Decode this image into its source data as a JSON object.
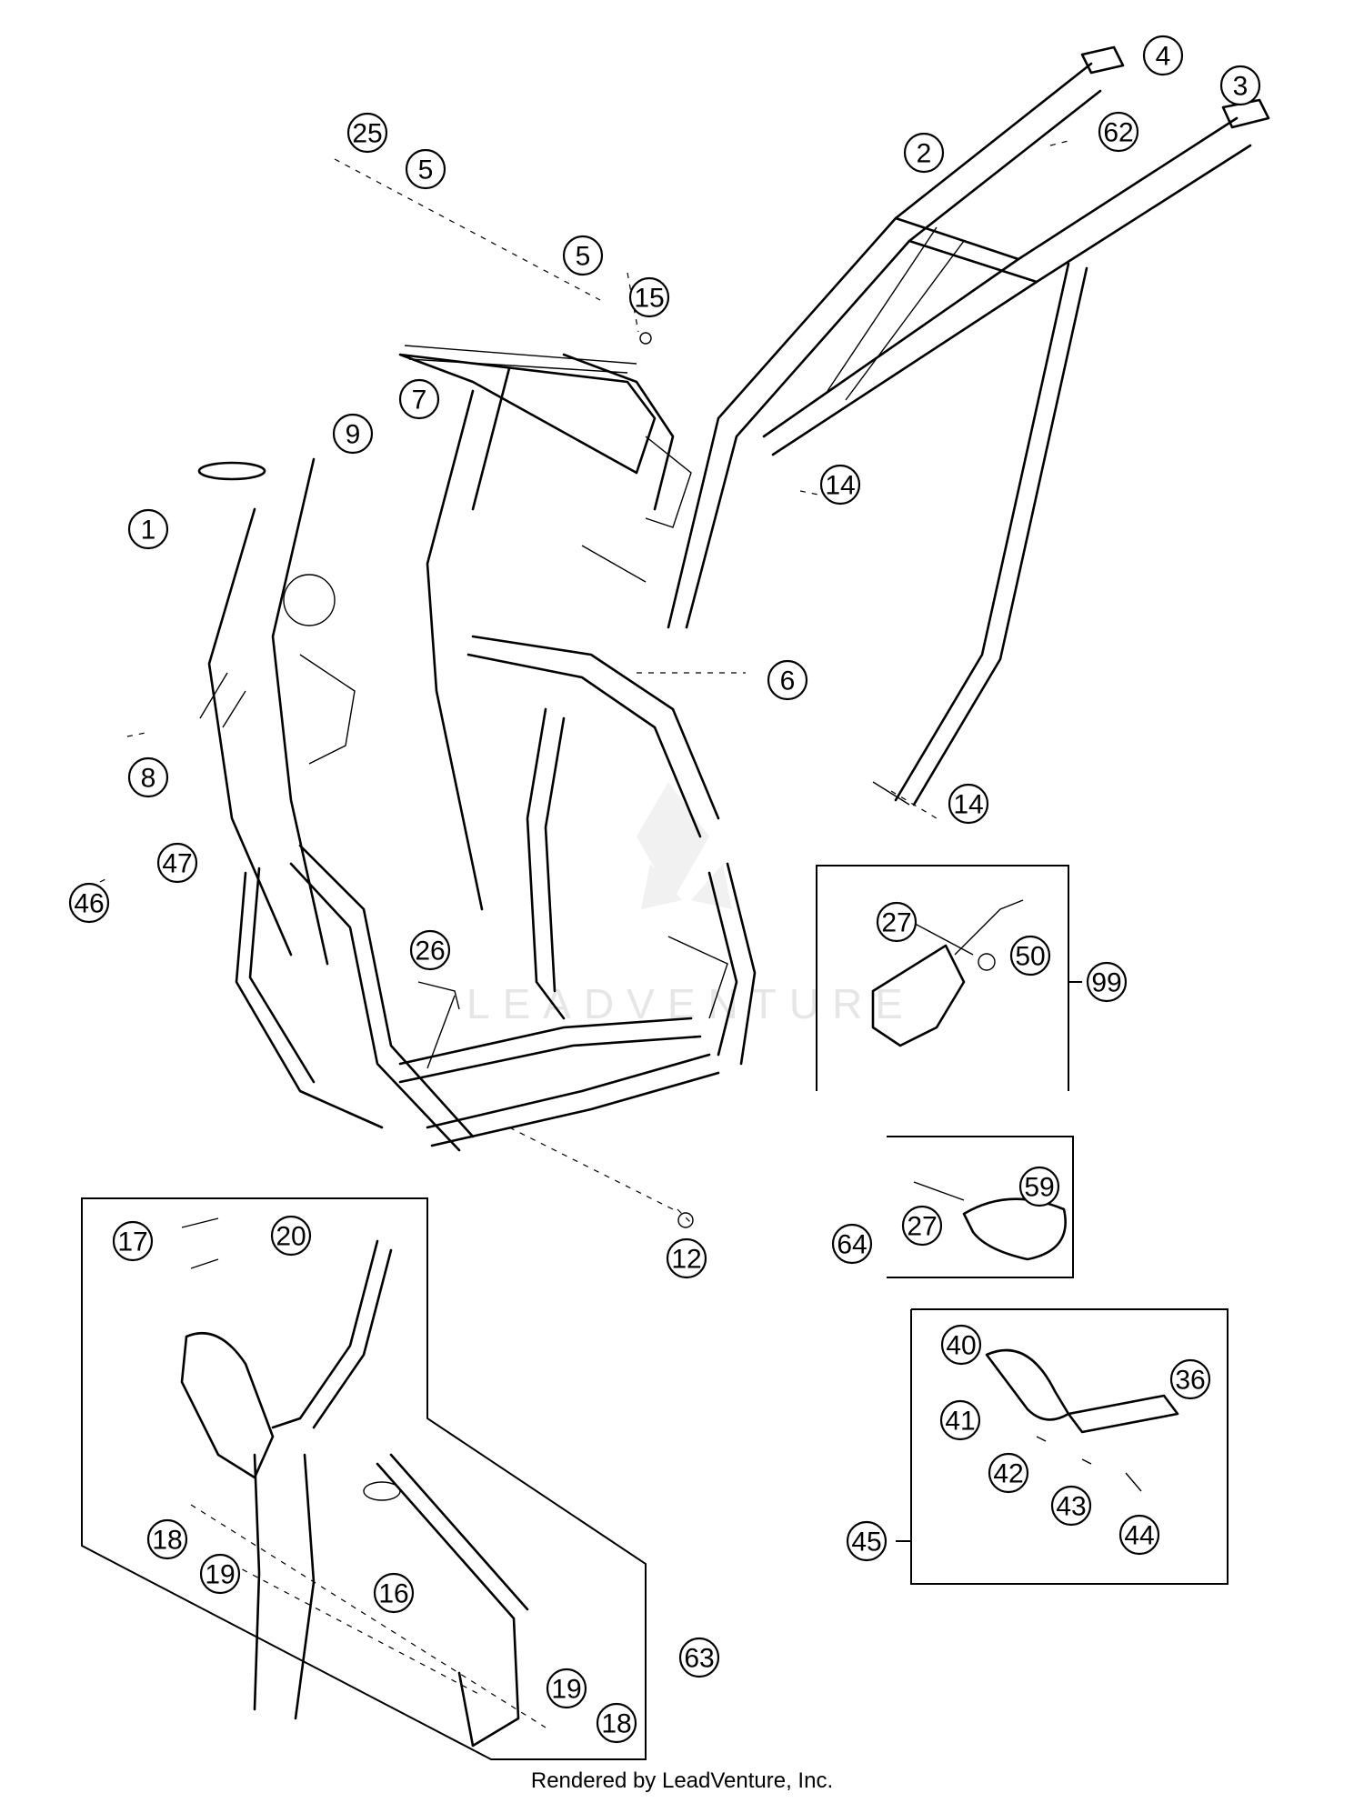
{
  "callouts": {
    "c1": "1",
    "c2": "2",
    "c3": "3",
    "c4": "4",
    "c5a": "5",
    "c5b": "5",
    "c6": "6",
    "c7": "7",
    "c8": "8",
    "c9": "9",
    "c12": "12",
    "c14a": "14",
    "c14b": "14",
    "c15": "15",
    "c16": "16",
    "c17": "17",
    "c18a": "18",
    "c18b": "18",
    "c19a": "19",
    "c19b": "19",
    "c20": "20",
    "c25": "25",
    "c26": "26",
    "c27a": "27",
    "c27b": "27",
    "c36": "36",
    "c40": "40",
    "c41": "41",
    "c42": "42",
    "c43": "43",
    "c44": "44",
    "c45": "45",
    "c46": "46",
    "c47": "47",
    "c50": "50",
    "c59": "59",
    "c62": "62",
    "c63": "63",
    "c64": "64",
    "c99": "99"
  },
  "watermark": "LEADVENTURE",
  "credit": "Rendered by LeadVenture, Inc."
}
